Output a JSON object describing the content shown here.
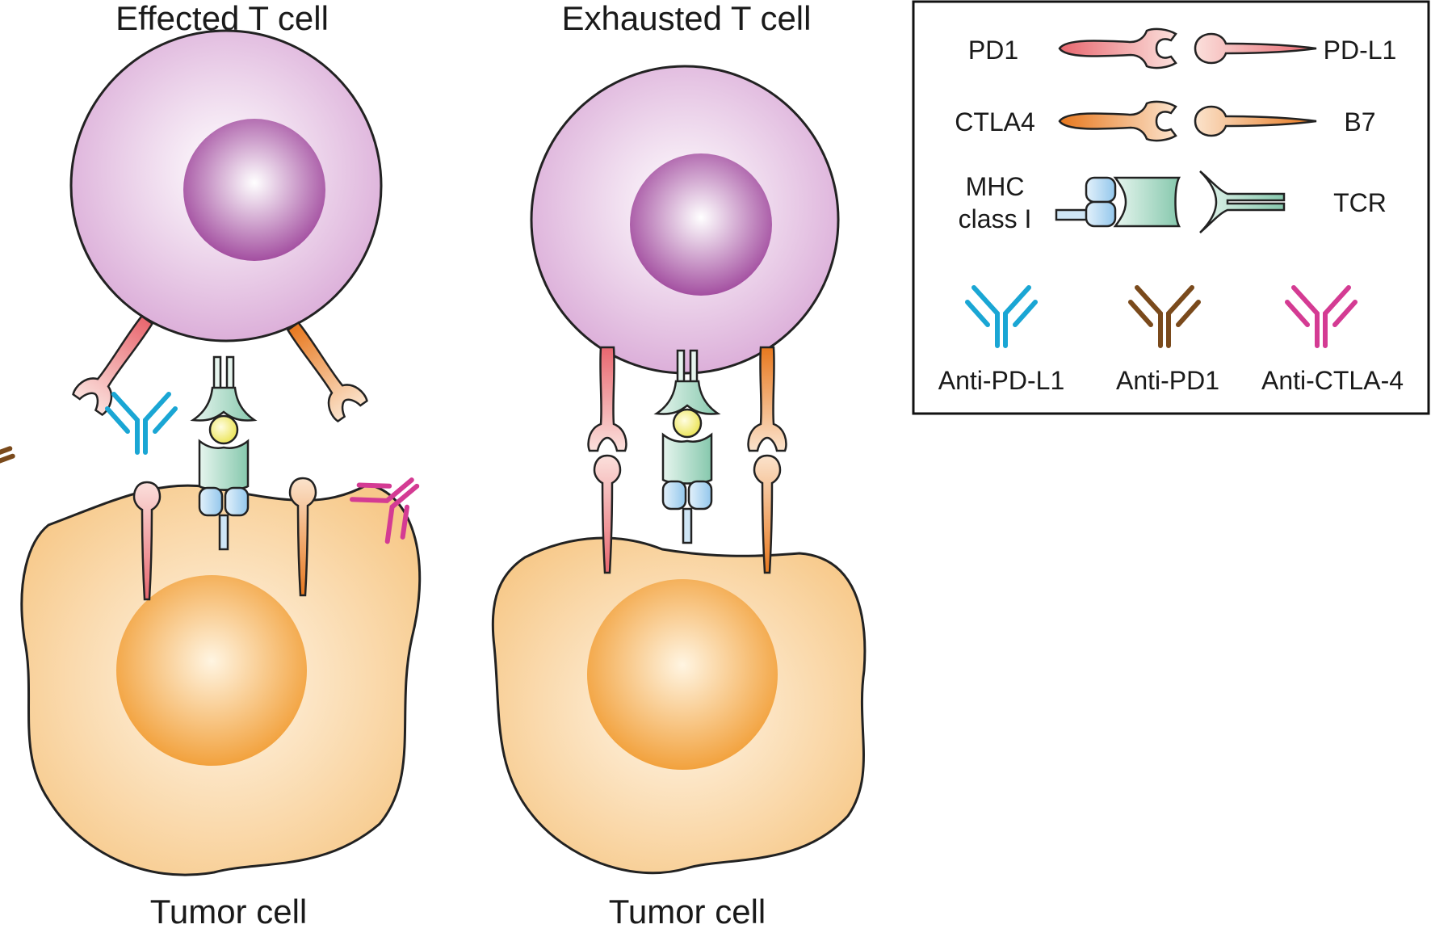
{
  "panels": [
    {
      "title": "Effected T cell",
      "tumor_label": "Tumor cell"
    },
    {
      "title": "Exhausted T cell",
      "tumor_label": "Tumor cell"
    }
  ],
  "legend": {
    "pd1": "PD1",
    "pdl1": "PD-L1",
    "ctla4": "CTLA4",
    "b7": "B7",
    "mhc_line1": "MHC",
    "mhc_line2": "class I",
    "tcr": "TCR",
    "anti_pdl1": "Anti-PD-L1",
    "anti_pd1": "Anti-PD1",
    "anti_ctla4": "Anti-CTLA-4"
  },
  "colors": {
    "t_cell": "#d9a8d6",
    "t_cell_nucleus": "#9b3f98",
    "tumor_cell": "#f7c98a",
    "tumor_nucleus": "#f19a2e",
    "pd1_pdl1": "#e8676f",
    "ctla4_b7": "#e8781e",
    "tcr": "#9ad4bd",
    "mhc": "#a9d3f0",
    "peptide": "#f0ec7a",
    "anti_pdl1": "#1aa6d4",
    "anti_pd1": "#7a4a1c",
    "anti_ctla4": "#d43b93"
  }
}
